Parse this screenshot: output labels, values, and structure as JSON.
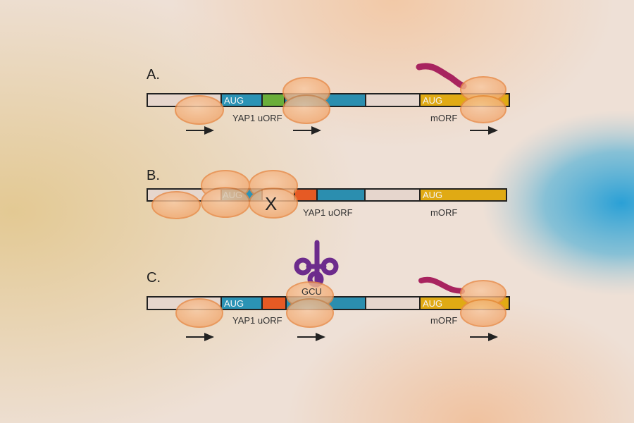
{
  "colors": {
    "background_left": "#e3c993",
    "background_right": "#2aa0d6",
    "mrna_fill": "#e6d6cd",
    "mrna_stroke": "#222222",
    "uorf_start": "#2b93b5",
    "uorf_body": "#2b8eaf",
    "green_codon": "#6aae3a",
    "red_codon": "#e65a24",
    "morf": "#e0aa14",
    "ribosome_fill": "#f2b07e",
    "ribosome_stroke": "#e88b48",
    "peptide": "#a8245f",
    "trna": "#6d2b8c",
    "arrow": "#222222"
  },
  "panels": [
    {
      "id": "A",
      "label": "A.",
      "uorf_start_label": "AUG",
      "uorf_name": "YAP1 uORF",
      "morf_start_label": "AUG",
      "morf_name": "mORF"
    },
    {
      "id": "B",
      "label": "B.",
      "hidden_label": "AUG",
      "stall_mark": "X",
      "uorf_name": "YAP1 uORF",
      "morf_start_label": "AUG",
      "morf_name": "mORF"
    },
    {
      "id": "C",
      "label": "C.",
      "uorf_start_label": "AUG",
      "trna_codon_label": "GCU",
      "uorf_name": "YAP1 uORF",
      "morf_start_label": "AUG",
      "morf_name": "mORF"
    }
  ]
}
